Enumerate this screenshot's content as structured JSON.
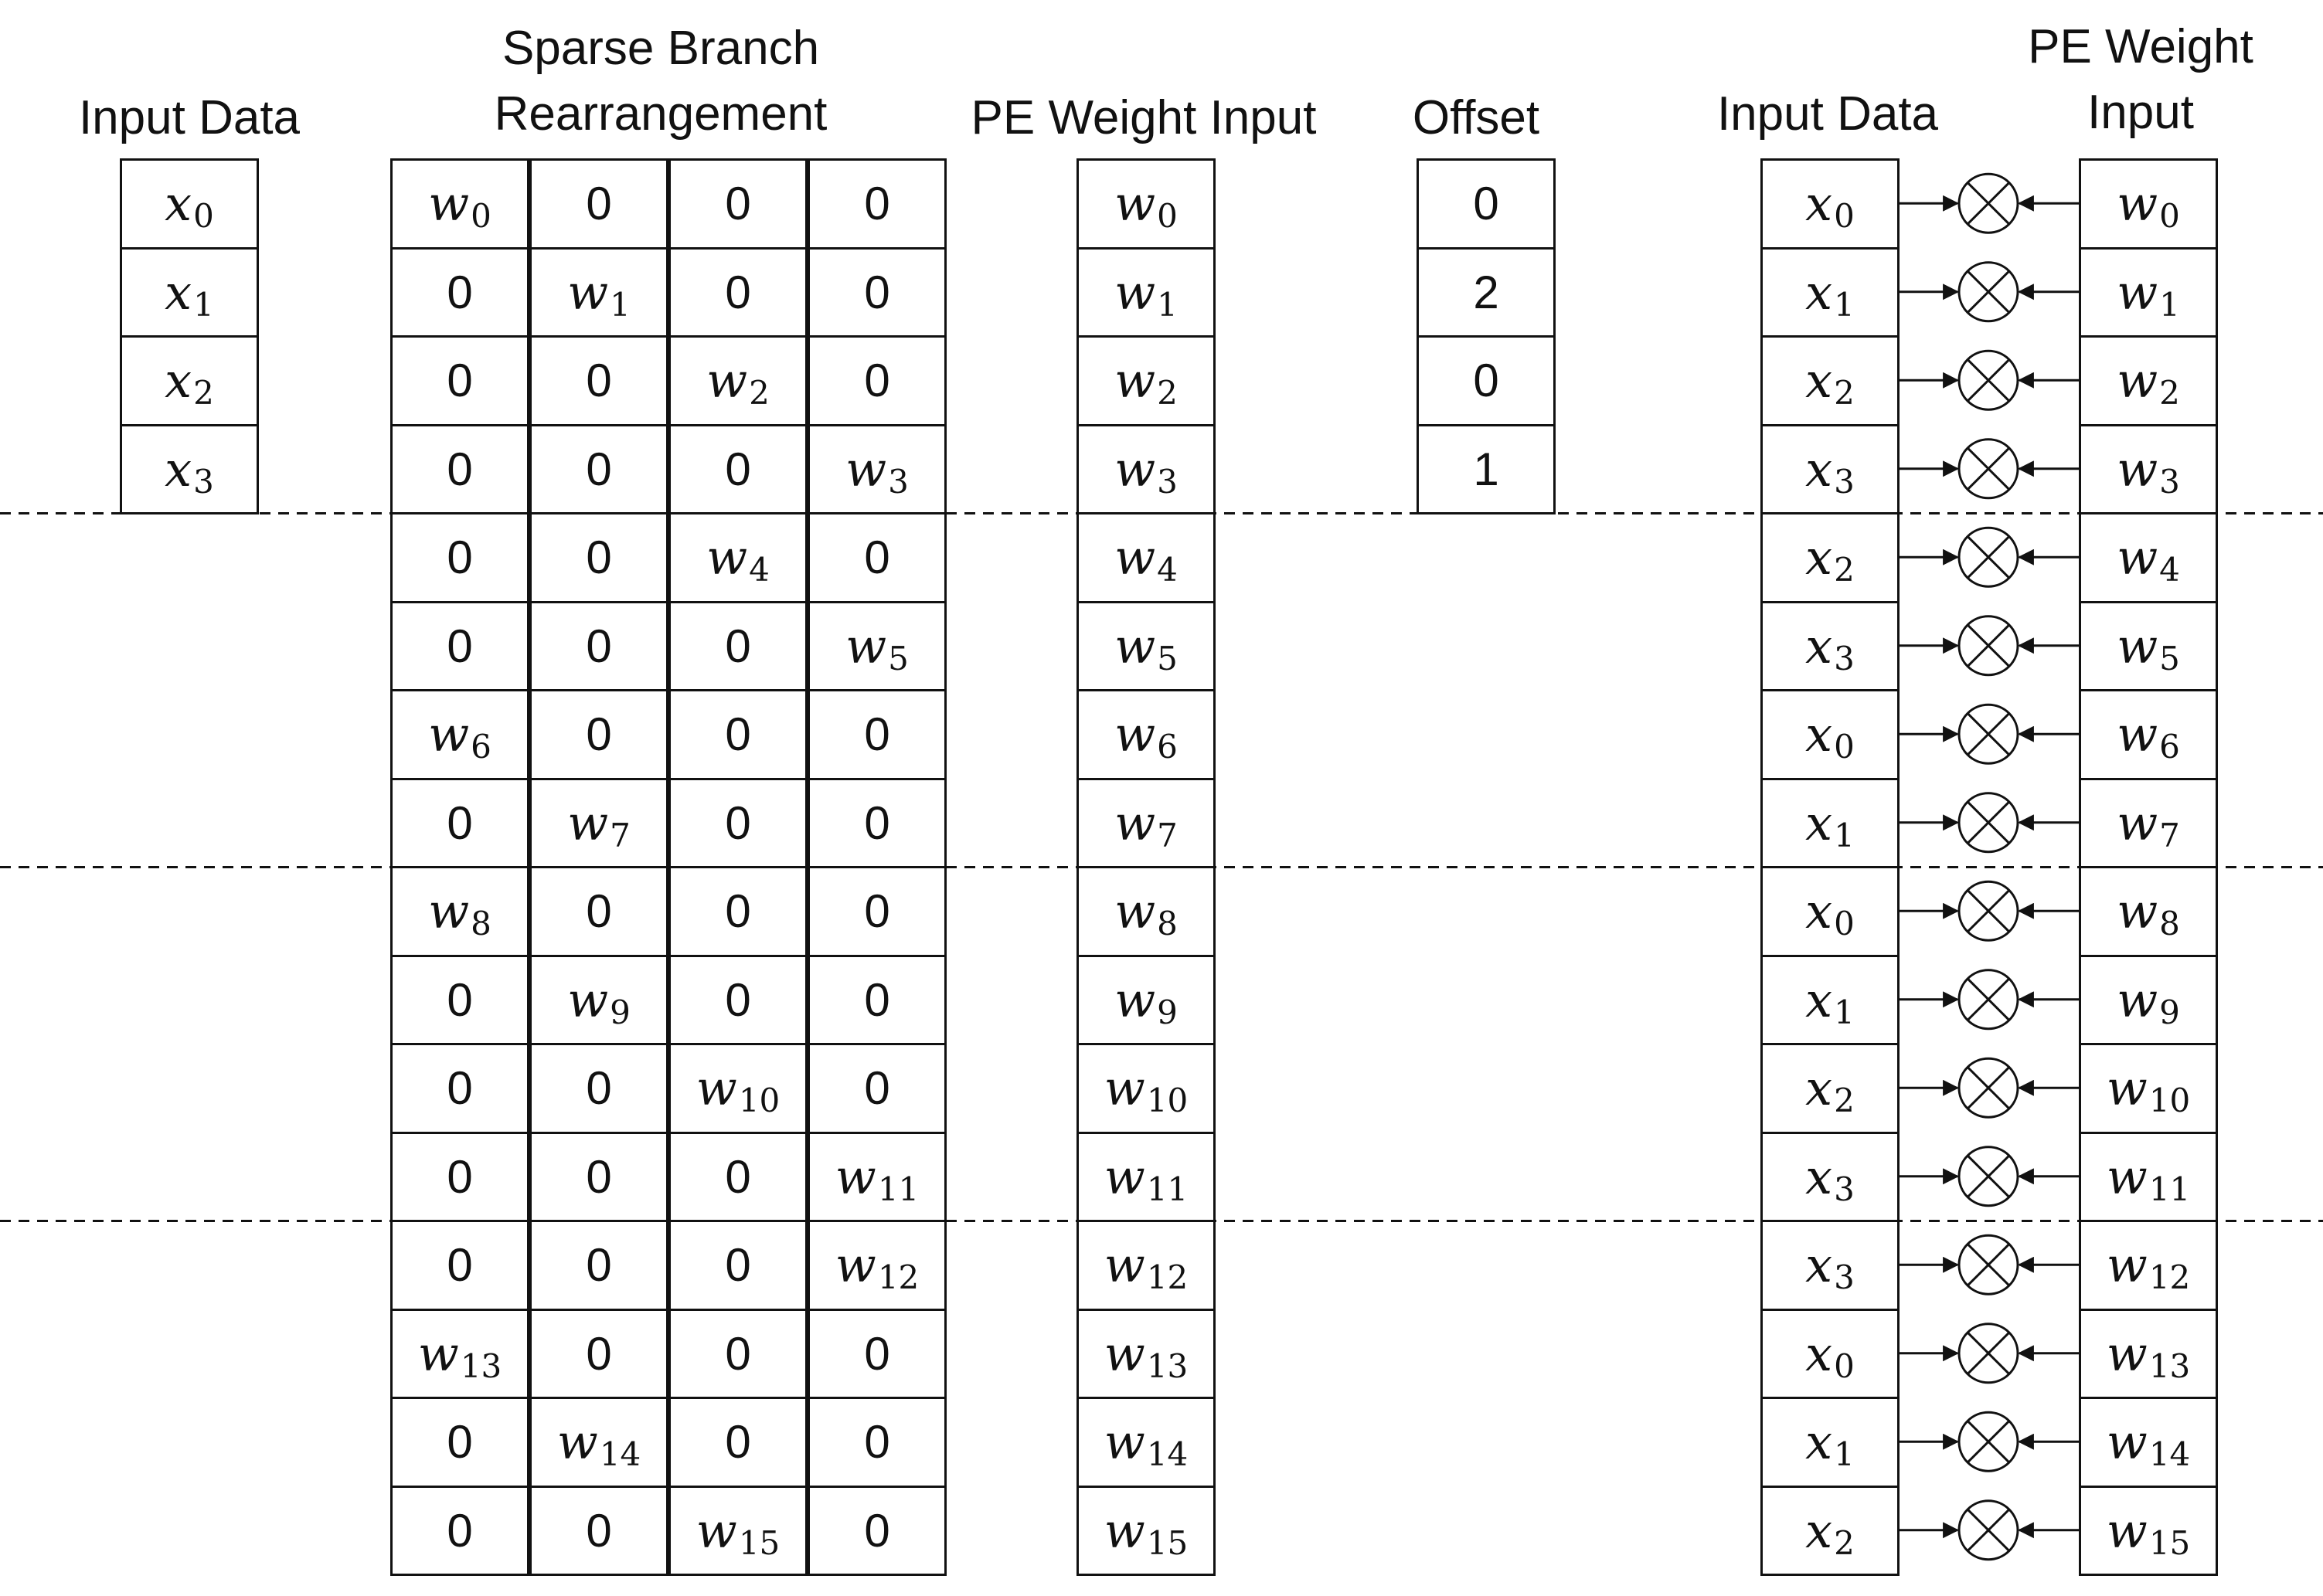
{
  "headers": {
    "input_data_left": "Input Data",
    "sparse_line1": "Sparse Branch",
    "sparse_line2": "Rearrangement",
    "pe_weight_input": "PE Weight Input",
    "offset": "Offset",
    "input_data_right": "Input Data",
    "pe_weight_right_line1": "PE Weight",
    "pe_weight_right_line2": "Input"
  },
  "input_data": [
    {
      "base": "x",
      "sub": "0"
    },
    {
      "base": "x",
      "sub": "1"
    },
    {
      "base": "x",
      "sub": "2"
    },
    {
      "base": "x",
      "sub": "3"
    }
  ],
  "sparse_matrix": [
    [
      {
        "base": "w",
        "sub": "0"
      },
      "0",
      "0",
      "0"
    ],
    [
      "0",
      {
        "base": "w",
        "sub": "1"
      },
      "0",
      "0"
    ],
    [
      "0",
      "0",
      {
        "base": "w",
        "sub": "2"
      },
      "0"
    ],
    [
      "0",
      "0",
      "0",
      {
        "base": "w",
        "sub": "3"
      }
    ],
    [
      "0",
      "0",
      {
        "base": "w",
        "sub": "4"
      },
      "0"
    ],
    [
      "0",
      "0",
      "0",
      {
        "base": "w",
        "sub": "5"
      }
    ],
    [
      {
        "base": "w",
        "sub": "6"
      },
      "0",
      "0",
      "0"
    ],
    [
      "0",
      {
        "base": "w",
        "sub": "7"
      },
      "0",
      "0"
    ],
    [
      {
        "base": "w",
        "sub": "8"
      },
      "0",
      "0",
      "0"
    ],
    [
      "0",
      {
        "base": "w",
        "sub": "9"
      },
      "0",
      "0"
    ],
    [
      "0",
      "0",
      {
        "base": "w",
        "sub": "10"
      },
      "0"
    ],
    [
      "0",
      "0",
      "0",
      {
        "base": "w",
        "sub": "11"
      }
    ],
    [
      "0",
      "0",
      "0",
      {
        "base": "w",
        "sub": "12"
      }
    ],
    [
      {
        "base": "w",
        "sub": "13"
      },
      "0",
      "0",
      "0"
    ],
    [
      "0",
      {
        "base": "w",
        "sub": "14"
      },
      "0",
      "0"
    ],
    [
      "0",
      "0",
      {
        "base": "w",
        "sub": "15"
      },
      "0"
    ]
  ],
  "pe_weight_input": [
    {
      "base": "w",
      "sub": "0"
    },
    {
      "base": "w",
      "sub": "1"
    },
    {
      "base": "w",
      "sub": "2"
    },
    {
      "base": "w",
      "sub": "3"
    },
    {
      "base": "w",
      "sub": "4"
    },
    {
      "base": "w",
      "sub": "5"
    },
    {
      "base": "w",
      "sub": "6"
    },
    {
      "base": "w",
      "sub": "7"
    },
    {
      "base": "w",
      "sub": "8"
    },
    {
      "base": "w",
      "sub": "9"
    },
    {
      "base": "w",
      "sub": "10"
    },
    {
      "base": "w",
      "sub": "11"
    },
    {
      "base": "w",
      "sub": "12"
    },
    {
      "base": "w",
      "sub": "13"
    },
    {
      "base": "w",
      "sub": "14"
    },
    {
      "base": "w",
      "sub": "15"
    }
  ],
  "offset": [
    "0",
    "2",
    "0",
    "1"
  ],
  "pe_input_data": [
    {
      "base": "x",
      "sub": "0"
    },
    {
      "base": "x",
      "sub": "1"
    },
    {
      "base": "x",
      "sub": "2"
    },
    {
      "base": "x",
      "sub": "3"
    },
    {
      "base": "x",
      "sub": "2"
    },
    {
      "base": "x",
      "sub": "3"
    },
    {
      "base": "x",
      "sub": "0"
    },
    {
      "base": "x",
      "sub": "1"
    },
    {
      "base": "x",
      "sub": "0"
    },
    {
      "base": "x",
      "sub": "1"
    },
    {
      "base": "x",
      "sub": "2"
    },
    {
      "base": "x",
      "sub": "3"
    },
    {
      "base": "x",
      "sub": "3"
    },
    {
      "base": "x",
      "sub": "0"
    },
    {
      "base": "x",
      "sub": "1"
    },
    {
      "base": "x",
      "sub": "2"
    }
  ],
  "pe_weights": [
    {
      "base": "w",
      "sub": "0"
    },
    {
      "base": "w",
      "sub": "1"
    },
    {
      "base": "w",
      "sub": "2"
    },
    {
      "base": "w",
      "sub": "3"
    },
    {
      "base": "w",
      "sub": "4"
    },
    {
      "base": "w",
      "sub": "5"
    },
    {
      "base": "w",
      "sub": "6"
    },
    {
      "base": "w",
      "sub": "7"
    },
    {
      "base": "w",
      "sub": "8"
    },
    {
      "base": "w",
      "sub": "9"
    },
    {
      "base": "w",
      "sub": "10"
    },
    {
      "base": "w",
      "sub": "11"
    },
    {
      "base": "w",
      "sub": "12"
    },
    {
      "base": "w",
      "sub": "13"
    },
    {
      "base": "w",
      "sub": "14"
    },
    {
      "base": "w",
      "sub": "15"
    }
  ],
  "multiplier_symbol": "multiply-circle-icon",
  "group_size": 4,
  "colors": {
    "line": "#111111",
    "background": "#ffffff"
  }
}
